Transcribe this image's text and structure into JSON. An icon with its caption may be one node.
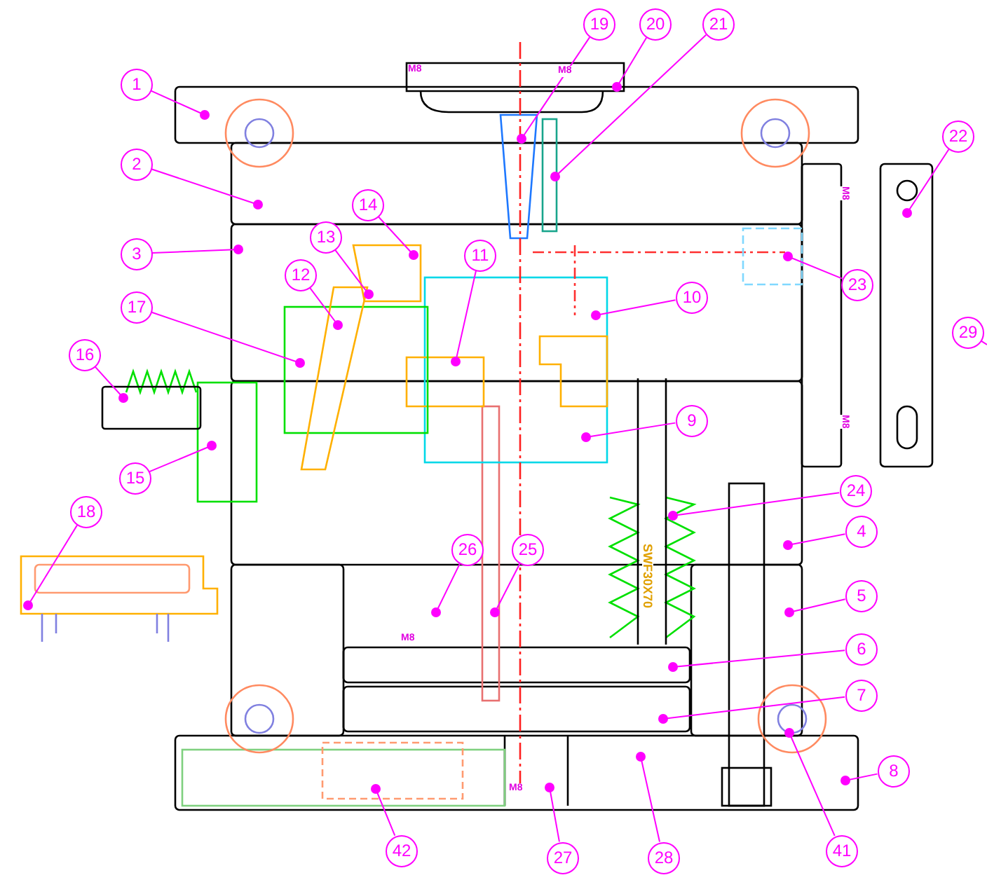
{
  "diagram": {
    "nodes": [
      {
        "text": [
          "1"
        ]
      },
      {
        "text": [
          "2"
        ]
      },
      {
        "text": [
          "3"
        ]
      },
      {
        "text": [
          "4"
        ]
      },
      {
        "text": [
          "5"
        ]
      },
      {
        "text": [
          "6"
        ]
      },
      {
        "text": [
          "7"
        ]
      },
      {
        "text": [
          "8"
        ]
      },
      {
        "text": [
          "9"
        ]
      },
      {
        "text": [
          "10"
        ]
      },
      {
        "text": [
          "11"
        ]
      },
      {
        "text": [
          "12"
        ]
      },
      {
        "text": [
          "13"
        ]
      },
      {
        "text": [
          "14"
        ]
      },
      {
        "text": [
          "15"
        ]
      },
      {
        "text": [
          "16"
        ]
      },
      {
        "text": [
          "17"
        ]
      },
      {
        "text": [
          "18"
        ]
      },
      {
        "text": [
          "19"
        ]
      },
      {
        "text": [
          "20"
        ]
      },
      {
        "text": [
          "21"
        ]
      },
      {
        "text": [
          "22"
        ]
      },
      {
        "text": [
          "23"
        ]
      },
      {
        "text": [
          "24"
        ]
      },
      {
        "text": [
          "25"
        ]
      },
      {
        "text": [
          "26"
        ]
      },
      {
        "text": [
          "27"
        ]
      },
      {
        "text": [
          "28"
        ]
      },
      {
        "text": [
          "29"
        ]
      },
      {
        "text": [
          "41"
        ]
      },
      {
        "text": [
          "42"
        ]
      }
    ],
    "edges": [
      {
        "from": 0,
        "to": null,
        "arrow": "other"
      },
      {
        "from": 1,
        "to": null,
        "arrow": "other"
      },
      {
        "from": 2,
        "to": null,
        "arrow": "other"
      },
      {
        "from": 3,
        "to": null,
        "arrow": "other"
      },
      {
        "from": 4,
        "to": null,
        "arrow": "other"
      },
      {
        "from": 5,
        "to": null,
        "arrow": "other"
      },
      {
        "from": 6,
        "to": null,
        "arrow": "other"
      },
      {
        "from": 7,
        "to": null,
        "arrow": "other"
      },
      {
        "from": 8,
        "to": null,
        "arrow": "other"
      },
      {
        "from": 9,
        "to": null,
        "arrow": "other"
      },
      {
        "from": 10,
        "to": null,
        "arrow": "other"
      },
      {
        "from": 11,
        "to": null,
        "arrow": "other"
      },
      {
        "from": 12,
        "to": null,
        "arrow": "other"
      },
      {
        "from": 13,
        "to": null,
        "arrow": "other"
      },
      {
        "from": 14,
        "to": null,
        "arrow": "other"
      },
      {
        "from": 15,
        "to": null,
        "arrow": "other"
      },
      {
        "from": 16,
        "to": null,
        "arrow": "other"
      },
      {
        "from": 17,
        "to": null,
        "arrow": "other"
      },
      {
        "from": 18,
        "to": null,
        "arrow": "other"
      },
      {
        "from": 19,
        "to": null,
        "arrow": "other"
      },
      {
        "from": 20,
        "to": null,
        "arrow": "other"
      },
      {
        "from": 21,
        "to": null,
        "arrow": "other"
      },
      {
        "from": 22,
        "to": null,
        "arrow": "other"
      },
      {
        "from": 23,
        "to": null,
        "arrow": "other"
      },
      {
        "from": 24,
        "to": null,
        "arrow": "other"
      },
      {
        "from": 25,
        "to": null,
        "arrow": "other"
      },
      {
        "from": 26,
        "to": null,
        "arrow": "other"
      },
      {
        "from": 27,
        "to": null,
        "arrow": "other"
      },
      {
        "from": 28,
        "to": null,
        "arrow": "none"
      },
      {
        "from": 29,
        "to": null,
        "arrow": "other"
      },
      {
        "from": 30,
        "to": null,
        "arrow": "other"
      }
    ],
    "labels": [
      "M8",
      "M8",
      "M8",
      "M8",
      "M8",
      "SWF30X70",
      "M8"
    ]
  }
}
